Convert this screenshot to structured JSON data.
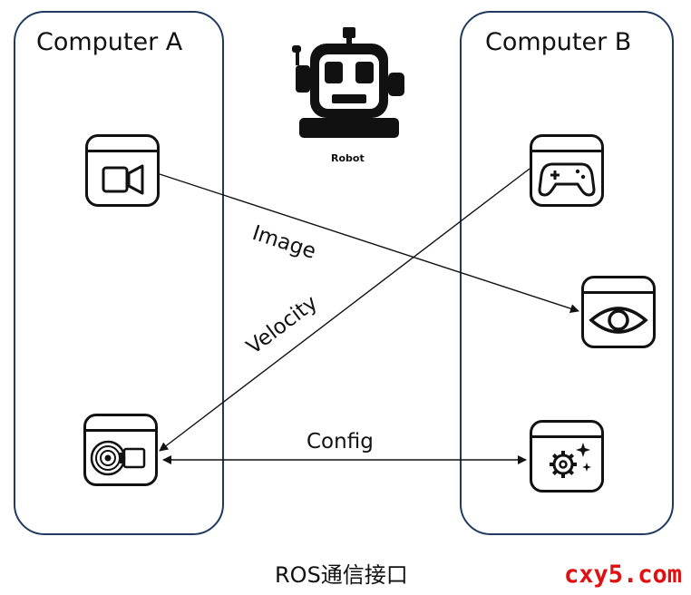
{
  "computer_a": {
    "title": "Computer A"
  },
  "computer_b": {
    "title": "Computer B"
  },
  "robot": {
    "label": "Robot",
    "icon": "robot-icon"
  },
  "nodes": {
    "camera": {
      "icon": "video-camera-icon"
    },
    "motor": {
      "icon": "motor-icon"
    },
    "gamepad": {
      "icon": "gamepad-icon"
    },
    "viewer": {
      "icon": "eye-icon"
    },
    "config": {
      "icon": "gear-sparkle-icon"
    }
  },
  "links": {
    "image": {
      "label": "Image",
      "from": "camera",
      "to": "viewer"
    },
    "velocity": {
      "label": "Velocity",
      "from": "gamepad",
      "to": "motor"
    },
    "config": {
      "label": "Config",
      "from": "motor",
      "to": "config",
      "bidirectional": true
    }
  },
  "footer": {
    "caption": "ROS通信接口"
  },
  "watermark": {
    "text": "cxy5.com"
  },
  "colors": {
    "panel_border": "#1f3a5f",
    "watermark": "#e01010",
    "stroke": "#111111"
  }
}
